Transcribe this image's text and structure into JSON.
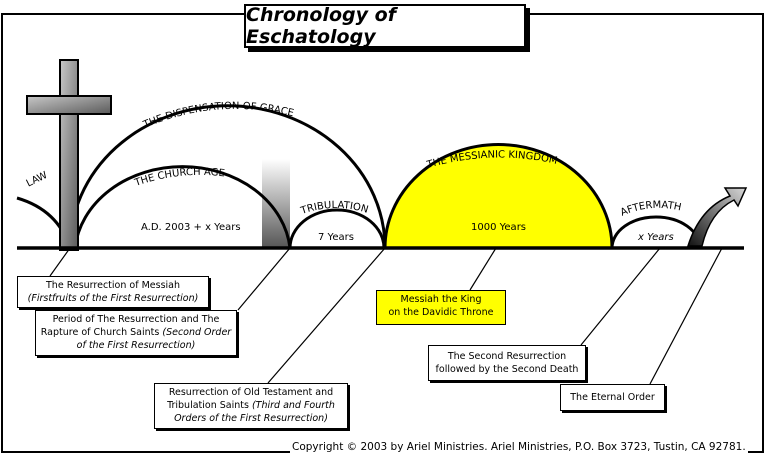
{
  "title": "Chronology of Eschatology",
  "periods": {
    "law": "LAW",
    "grace": "THE DISPENSATION OF GRACE",
    "church_age": "THE CHURCH AGE",
    "church_years": "A.D. 2003 + x Years",
    "tribulation": "TRIBULATION",
    "tribulation_years": "7 Years",
    "kingdom": "THE MESSIANIC KINGDOM",
    "kingdom_years": "1000 Years",
    "aftermath": "AFTERMATH",
    "aftermath_years": "x Years"
  },
  "events": {
    "resurrection_messiah": {
      "line1": "The Resurrection of Messiah",
      "line2": "(Firstfruits of the First Resurrection)"
    },
    "rapture": {
      "line1": "Period of The Resurrection and The",
      "line2a": "Rapture of Church Saints ",
      "line2b": "(Second Order",
      "line3": "of the First Resurrection)"
    },
    "ot_saints": {
      "line1": "Resurrection of Old Testament and",
      "line2a": "Tribulation Saints ",
      "line2b": "(Third and Fourth",
      "line3": "Orders of the First Resurrection)"
    },
    "messiah_king": {
      "line1": "Messiah the King",
      "line2": "on the Davidic Throne"
    },
    "second_resurrection": {
      "line1": "The Second Resurrection",
      "line2": "followed by the Second Death"
    },
    "eternal_order": "The Eternal Order"
  },
  "copyright": "Copyright © 2003 by Ariel Ministries.  Ariel Ministries, P.O. Box 3723, Tustin, CA  92781.",
  "colors": {
    "kingdom_fill": "#ffff00",
    "cross_fill": "#888888"
  }
}
